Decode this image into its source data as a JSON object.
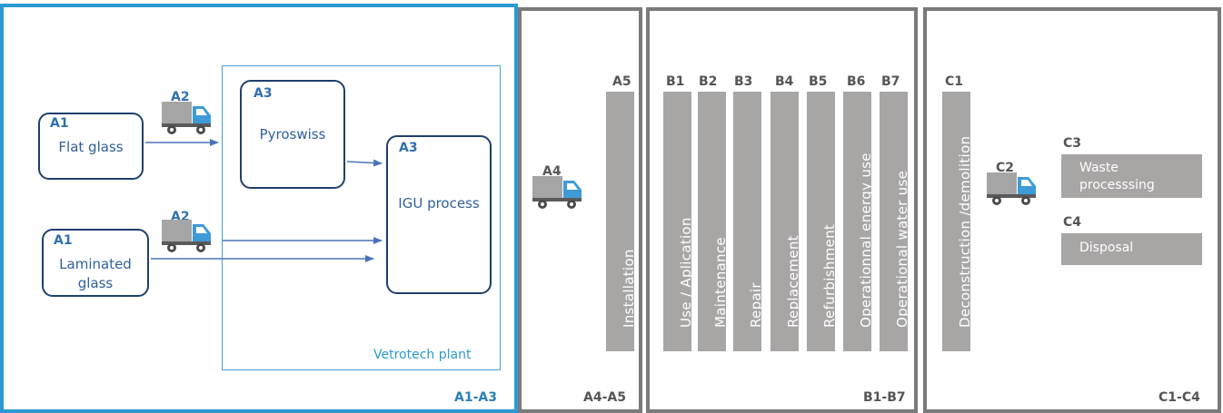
{
  "stages": {
    "a1_a3": {
      "label": "A1-A3"
    },
    "a4_a5": {
      "label": "A4-A5"
    },
    "b1_b7": {
      "label": "B1-B7"
    },
    "c1_c4": {
      "label": "C1-C4"
    }
  },
  "production": {
    "flat_glass": {
      "code": "A1",
      "label": "Flat glass"
    },
    "laminated_glass": {
      "code": "A1",
      "label_line1": "Laminated",
      "label_line2": "glass"
    },
    "transport_1": {
      "code": "A2"
    },
    "transport_2": {
      "code": "A2"
    },
    "pyroswiss": {
      "code": "A3",
      "label": "Pyroswiss"
    },
    "igu_process": {
      "code": "A3",
      "label": "IGU process"
    },
    "plant": {
      "label": "Vetrotech plant"
    }
  },
  "construction": {
    "transport": {
      "code": "A4"
    },
    "installation": {
      "code": "A5",
      "label": "Installation"
    }
  },
  "use_stage": [
    {
      "code": "B1",
      "label": "Use / Aplication"
    },
    {
      "code": "B2",
      "label": "Maintenance"
    },
    {
      "code": "B3",
      "label": "Repair"
    },
    {
      "code": "B4",
      "label": "Replacement"
    },
    {
      "code": "B5",
      "label": "Refurbishment"
    },
    {
      "code": "B6",
      "label": "Operationnal energy use"
    },
    {
      "code": "B7",
      "label": "Operational water use"
    }
  ],
  "end_of_life": {
    "deconstruction": {
      "code": "C1",
      "label": "Deconstruction /demolition"
    },
    "transport": {
      "code": "C2"
    },
    "waste": {
      "code": "C3",
      "label_line1": "Waste",
      "label_line2": "processsing"
    },
    "disposal": {
      "code": "C4",
      "label": "Disposal"
    }
  },
  "colors": {
    "stage_a1_a3_border": "#2b9ad3",
    "stage_border": "#7a7a7a",
    "bar_fill": "#a8a5a5",
    "process_box_border": "#1f3f6e",
    "arrow": "#4a74b8",
    "truck_cab": "#3f9ad8"
  },
  "icons": [
    "truck-icon"
  ]
}
